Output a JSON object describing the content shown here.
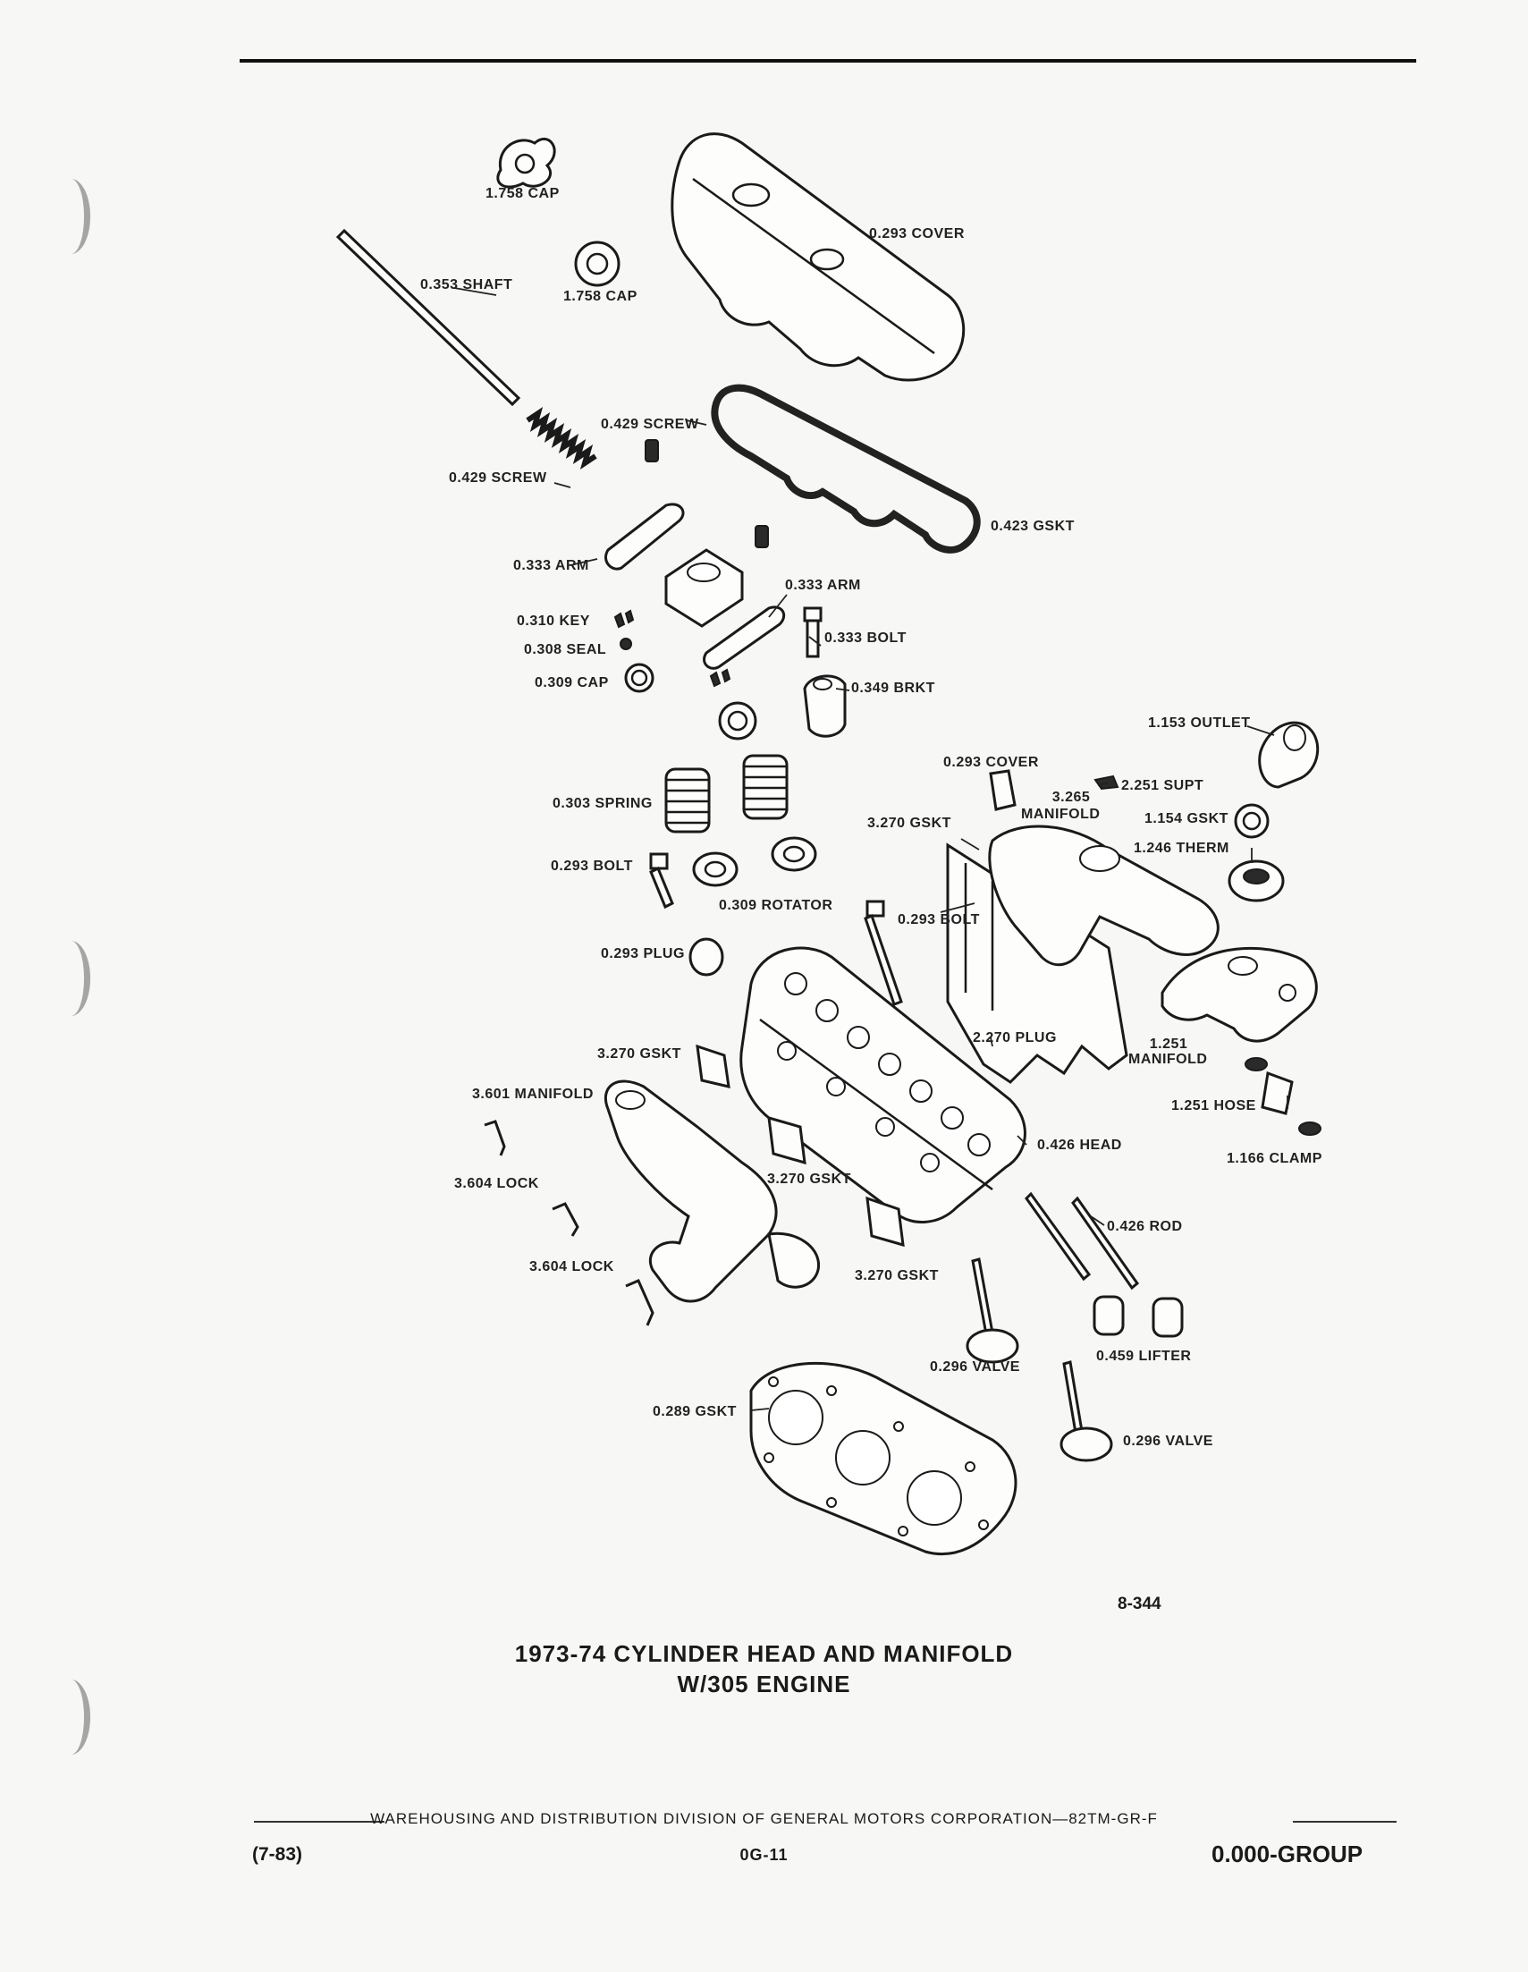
{
  "labels": {
    "cap_1": "1.758 CAP",
    "cover_top": "0.293 COVER",
    "shaft": "0.353 SHAFT",
    "cap_2": "1.758 CAP",
    "screw_1": "0.429 SCREW",
    "screw_2": "0.429 SCREW",
    "gskt_rocker": "0.423 GSKT",
    "arm_1": "0.333 ARM",
    "arm_2": "0.333 ARM",
    "key": "0.310 KEY",
    "bolt_rocker": "0.333 BOLT",
    "seal": "0.308 SEAL",
    "cap_valve": "0.309 CAP",
    "brkt": "0.349 BRKT",
    "outlet": "1.153 OUTLET",
    "cover_small": "0.293 COVER",
    "supt": "2.251 SUPT",
    "manifold_intake_num": "3.265",
    "manifold_intake_word": "MANIFOLD",
    "gskt_therm": "1.154 GSKT",
    "spring": "0.303 SPRING",
    "gskt_intake": "3.270 GSKT",
    "therm": "1.246 THERM",
    "bolt_left": "0.293 BOLT",
    "rotator": "0.309 ROTATOR",
    "bolt_long": "0.293 BOLT",
    "plug_core": "0.293 PLUG",
    "plug_spark": "2.270 PLUG",
    "manifold_water_num": "1.251",
    "manifold_water_word": "MANIFOLD",
    "gskt_left": "3.270 GSKT",
    "hose": "1.251 HOSE",
    "manifold_exhaust": "3.601 MANIFOLD",
    "head": "0.426 HEAD",
    "clamp": "1.166 CLAMP",
    "lock_1": "3.604 LOCK",
    "gskt_exhaust_mid": "3.270 GSKT",
    "rod": "0.426 ROD",
    "lock_2": "3.604 LOCK",
    "gskt_exhaust_low": "3.270 GSKT",
    "lifter": "0.459 LIFTER",
    "valve_1": "0.296 VALVE",
    "gskt_head": "0.289 GSKT",
    "valve_2": "0.296 VALVE"
  },
  "figure_number": "8-344",
  "title_line_1": "1973-74 CYLINDER HEAD AND MANIFOLD",
  "title_line_2": "W/305 ENGINE",
  "footer": {
    "division": "WAREHOUSING AND DISTRIBUTION  DIVISION OF GENERAL MOTORS CORPORATION—82TM-GR-F",
    "date_code": "(7-83)",
    "page": "0G-11",
    "group": "0.000-GROUP"
  }
}
